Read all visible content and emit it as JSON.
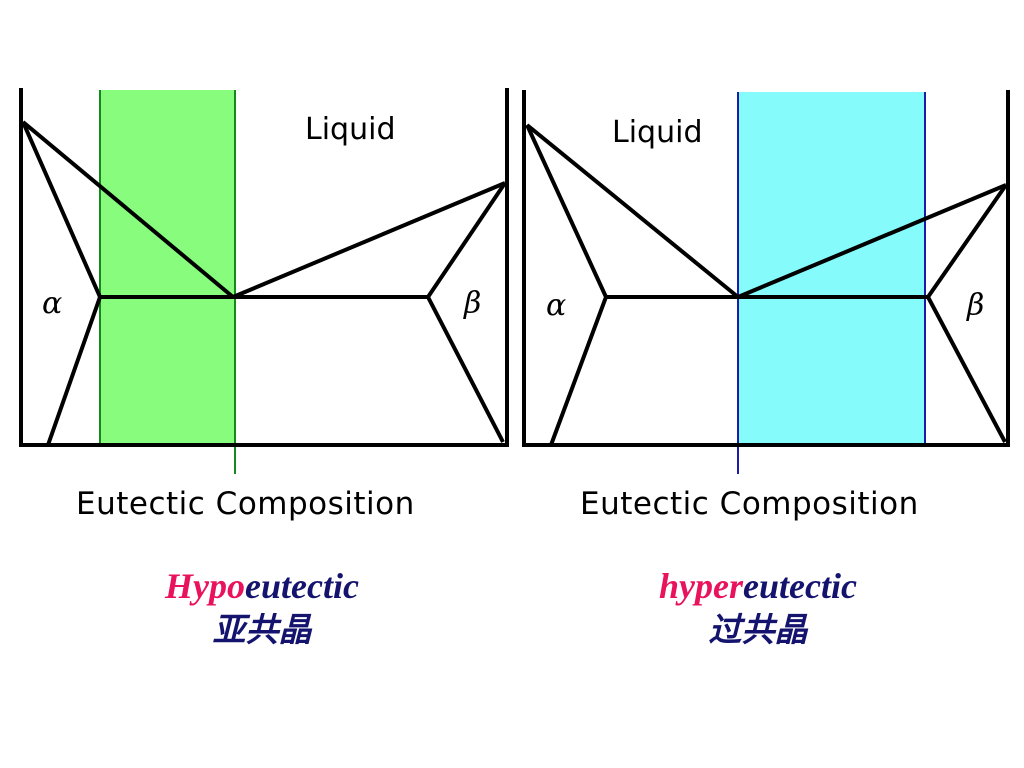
{
  "colors": {
    "hypo_fill": "#88fc7c",
    "hypo_line": "#17881e",
    "hyper_fill": "#86fbfb",
    "hyper_line": "#1c1caa",
    "prefix_text": "#e8135c",
    "root_text": "#14146e"
  },
  "panels": [
    {
      "liquid_label": "Liquid",
      "alpha_label": "α",
      "beta_label": "β",
      "composition_label": "Eutectic Composition",
      "title_prefix": "Hypo",
      "title_root": "eutectic",
      "title_cn": "亚共晶"
    },
    {
      "liquid_label": "Liquid",
      "alpha_label": "α",
      "beta_label": "β",
      "composition_label": "Eutectic Composition",
      "title_prefix": "hyper",
      "title_root": "eutectic",
      "title_cn": "过共晶"
    }
  ]
}
